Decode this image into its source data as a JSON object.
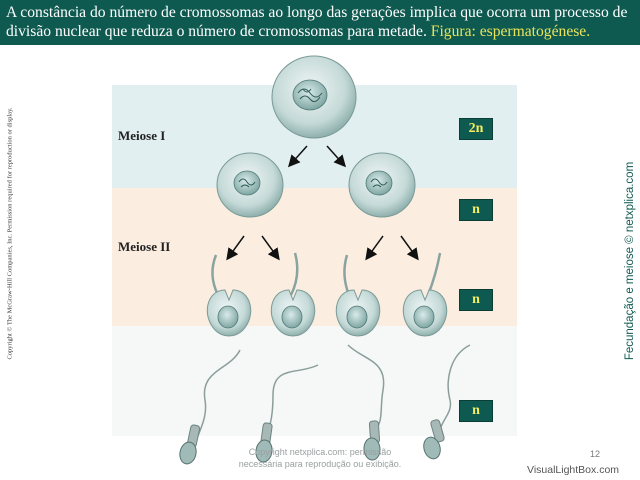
{
  "header": {
    "text": "A constância do número de cromossomas ao longo das gerações implica que ocorra um processo de divisão nuclear que reduza o número de cromossomas para metade.",
    "figure": "Figura: espermatogénese."
  },
  "diagram": {
    "meiosis1_label": "Meiose I",
    "meiosis2_label": "Meiose II",
    "ploidy_labels": [
      "2n",
      "n",
      "n",
      "n"
    ]
  },
  "copyright_left": "Copyright © The McGraw-Hill Companies, Inc. Permission required for reproduction or display.",
  "side_credit": "Fecundação e meiose © netxplica.com",
  "watermark": {
    "line1": "Copyright netxplica.com: permissão",
    "line2": "necessária para reprodução ou exibição."
  },
  "page_number": "12",
  "brand": "VisualLightBox.com",
  "colors": {
    "header_bg": "#0f5a50",
    "header_text": "#ffffff",
    "figure_text": "#e8e35a",
    "band_blue": "#e3f0f2",
    "band_peach": "#fbeee0",
    "cell": "#c8dcda"
  }
}
